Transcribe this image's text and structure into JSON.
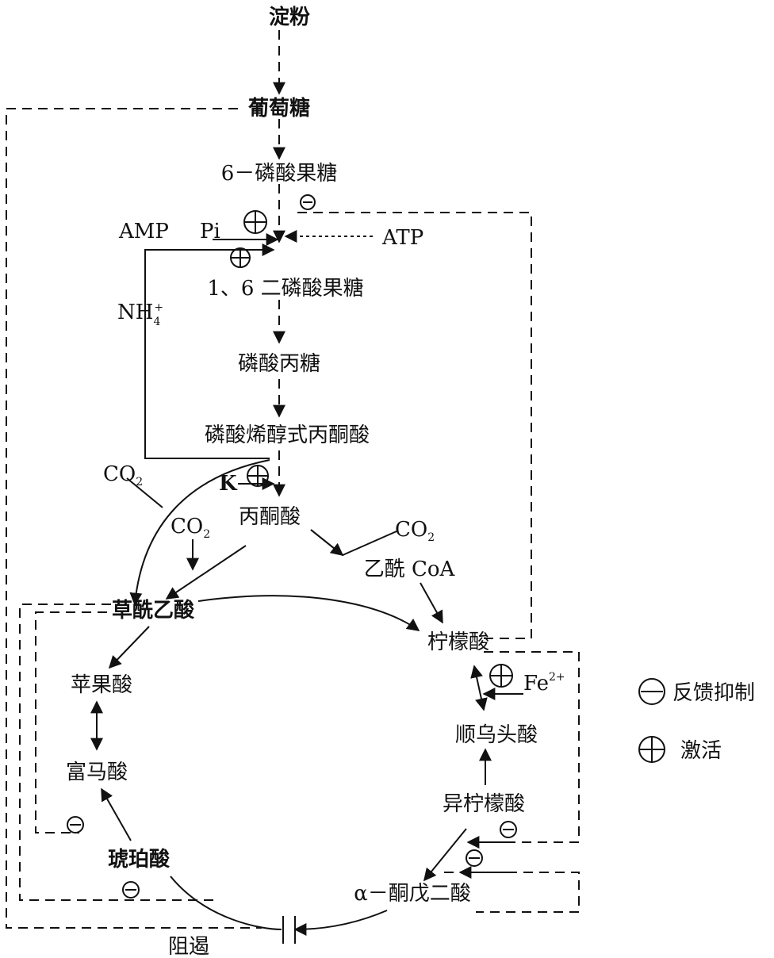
{
  "nodes": {
    "starch": "淀粉",
    "glucose": "葡萄糖",
    "f6p": "6－磷酸果糖",
    "amp": "AMP",
    "pi": "Pi",
    "atp": "ATP",
    "f16bp": "1、6 二磷酸果糖",
    "nh4": "NH",
    "nh4_sub": "4",
    "nh4_sup": "+",
    "triose": "磷酸丙糖",
    "pep": "磷酸烯醇式丙酮酸",
    "k": "K",
    "pyruvate": "丙酮酸",
    "co2_a": "CO",
    "co2_b": "CO",
    "co2_c": "CO",
    "co2_sub": "2",
    "acetyl_coa": "乙酰 CoA",
    "oxaloacetate": "草酰乙酸",
    "citrate": "柠檬酸",
    "fe": "Fe",
    "fe_sup": "2+",
    "cis_aconitate": "顺乌头酸",
    "isocitrate": "异柠檬酸",
    "malate": "苹果酸",
    "fumarate": "富马酸",
    "succinate": "琥珀酸",
    "akg": "α－酮戊二酸",
    "block": "阻遏"
  },
  "legend": {
    "inhibit_label": "反馈抑制",
    "activate_label": "激活"
  },
  "symbols": {
    "inhibit": "−",
    "activate": "+"
  }
}
